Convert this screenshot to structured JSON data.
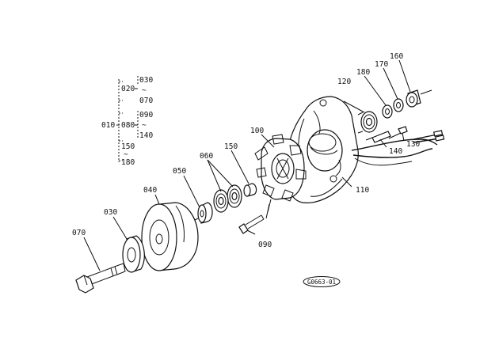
{
  "figure_id": "G0663-01",
  "tree": {
    "root": "010",
    "sub": "080",
    "top_items": [
      "020",
      "030",
      "~",
      "070"
    ],
    "mid_items": [
      "090",
      "~",
      "140"
    ],
    "low_items": [
      "150",
      "~",
      "180"
    ]
  },
  "callouts": {
    "c100": "100",
    "c110": "110",
    "c120": "120",
    "c130": "130",
    "c140": "140",
    "c150": "150",
    "c160": "160",
    "c170": "170",
    "c180": "180",
    "c060": "060",
    "c050": "050",
    "c040": "040",
    "c030": "030",
    "c070": "070",
    "c090": "090"
  }
}
